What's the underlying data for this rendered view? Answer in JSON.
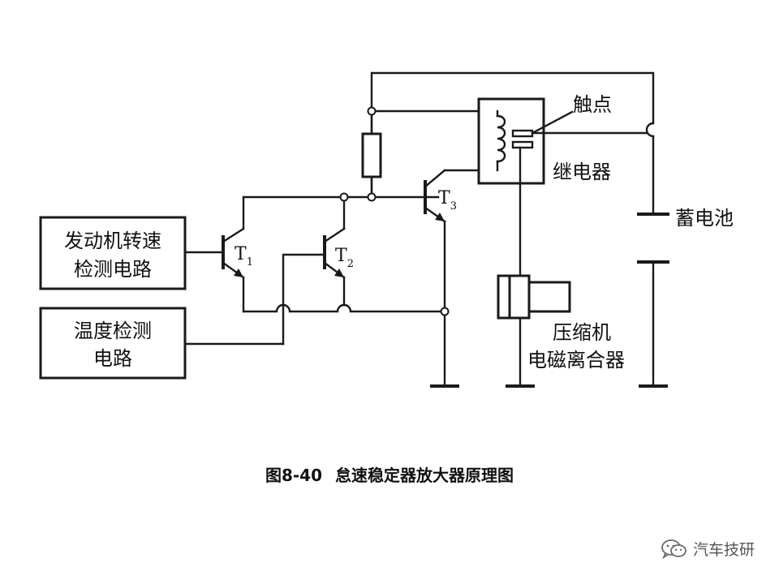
{
  "diagram": {
    "labels": {
      "rpm_box_line1": "发动机转速",
      "rpm_box_line2": "检测电路",
      "temp_box_line1": "温度检测",
      "temp_box_line2": "电路",
      "contact": "触点",
      "relay": "继电器",
      "battery": "蓄电池",
      "clutch_line1": "压缩机",
      "clutch_line2": "电磁离合器"
    },
    "transistors": [
      {
        "name": "T",
        "sub": "1"
      },
      {
        "name": "T",
        "sub": "2"
      },
      {
        "name": "T",
        "sub": "3"
      }
    ]
  },
  "caption": {
    "number": "图8-40",
    "title": "怠速稳定器放大器原理图"
  },
  "watermark": {
    "text": "汽车技研",
    "icon": "wechat-icon"
  }
}
